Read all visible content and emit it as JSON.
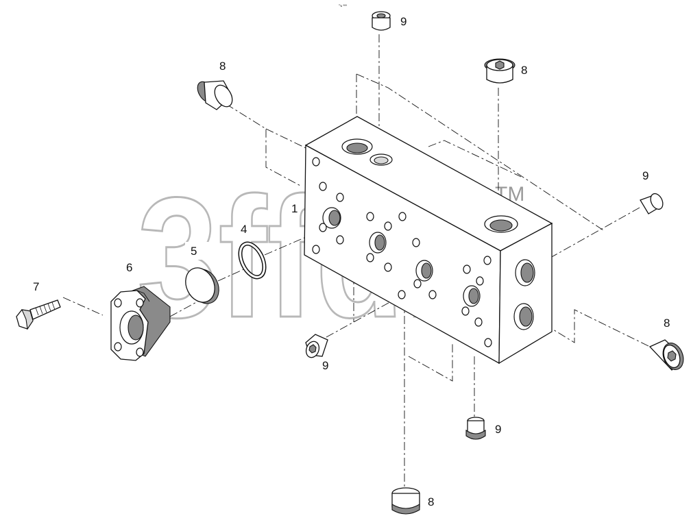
{
  "watermark": {
    "text": "3ffdb",
    "trademark": "TM"
  },
  "header_mark": "°ъ ªªª",
  "callouts": {
    "block": "1",
    "o_ring": "4",
    "cover": "5",
    "flange": "6",
    "bolt": "7",
    "plug_8_top_left": "8",
    "plug_8_top_right": "8",
    "plug_8_right": "8",
    "plug_8_bottom": "8",
    "plug_9_top": "9",
    "plug_9_right": "9",
    "plug_9_left_bottom": "9",
    "plug_9_bottom": "9"
  }
}
